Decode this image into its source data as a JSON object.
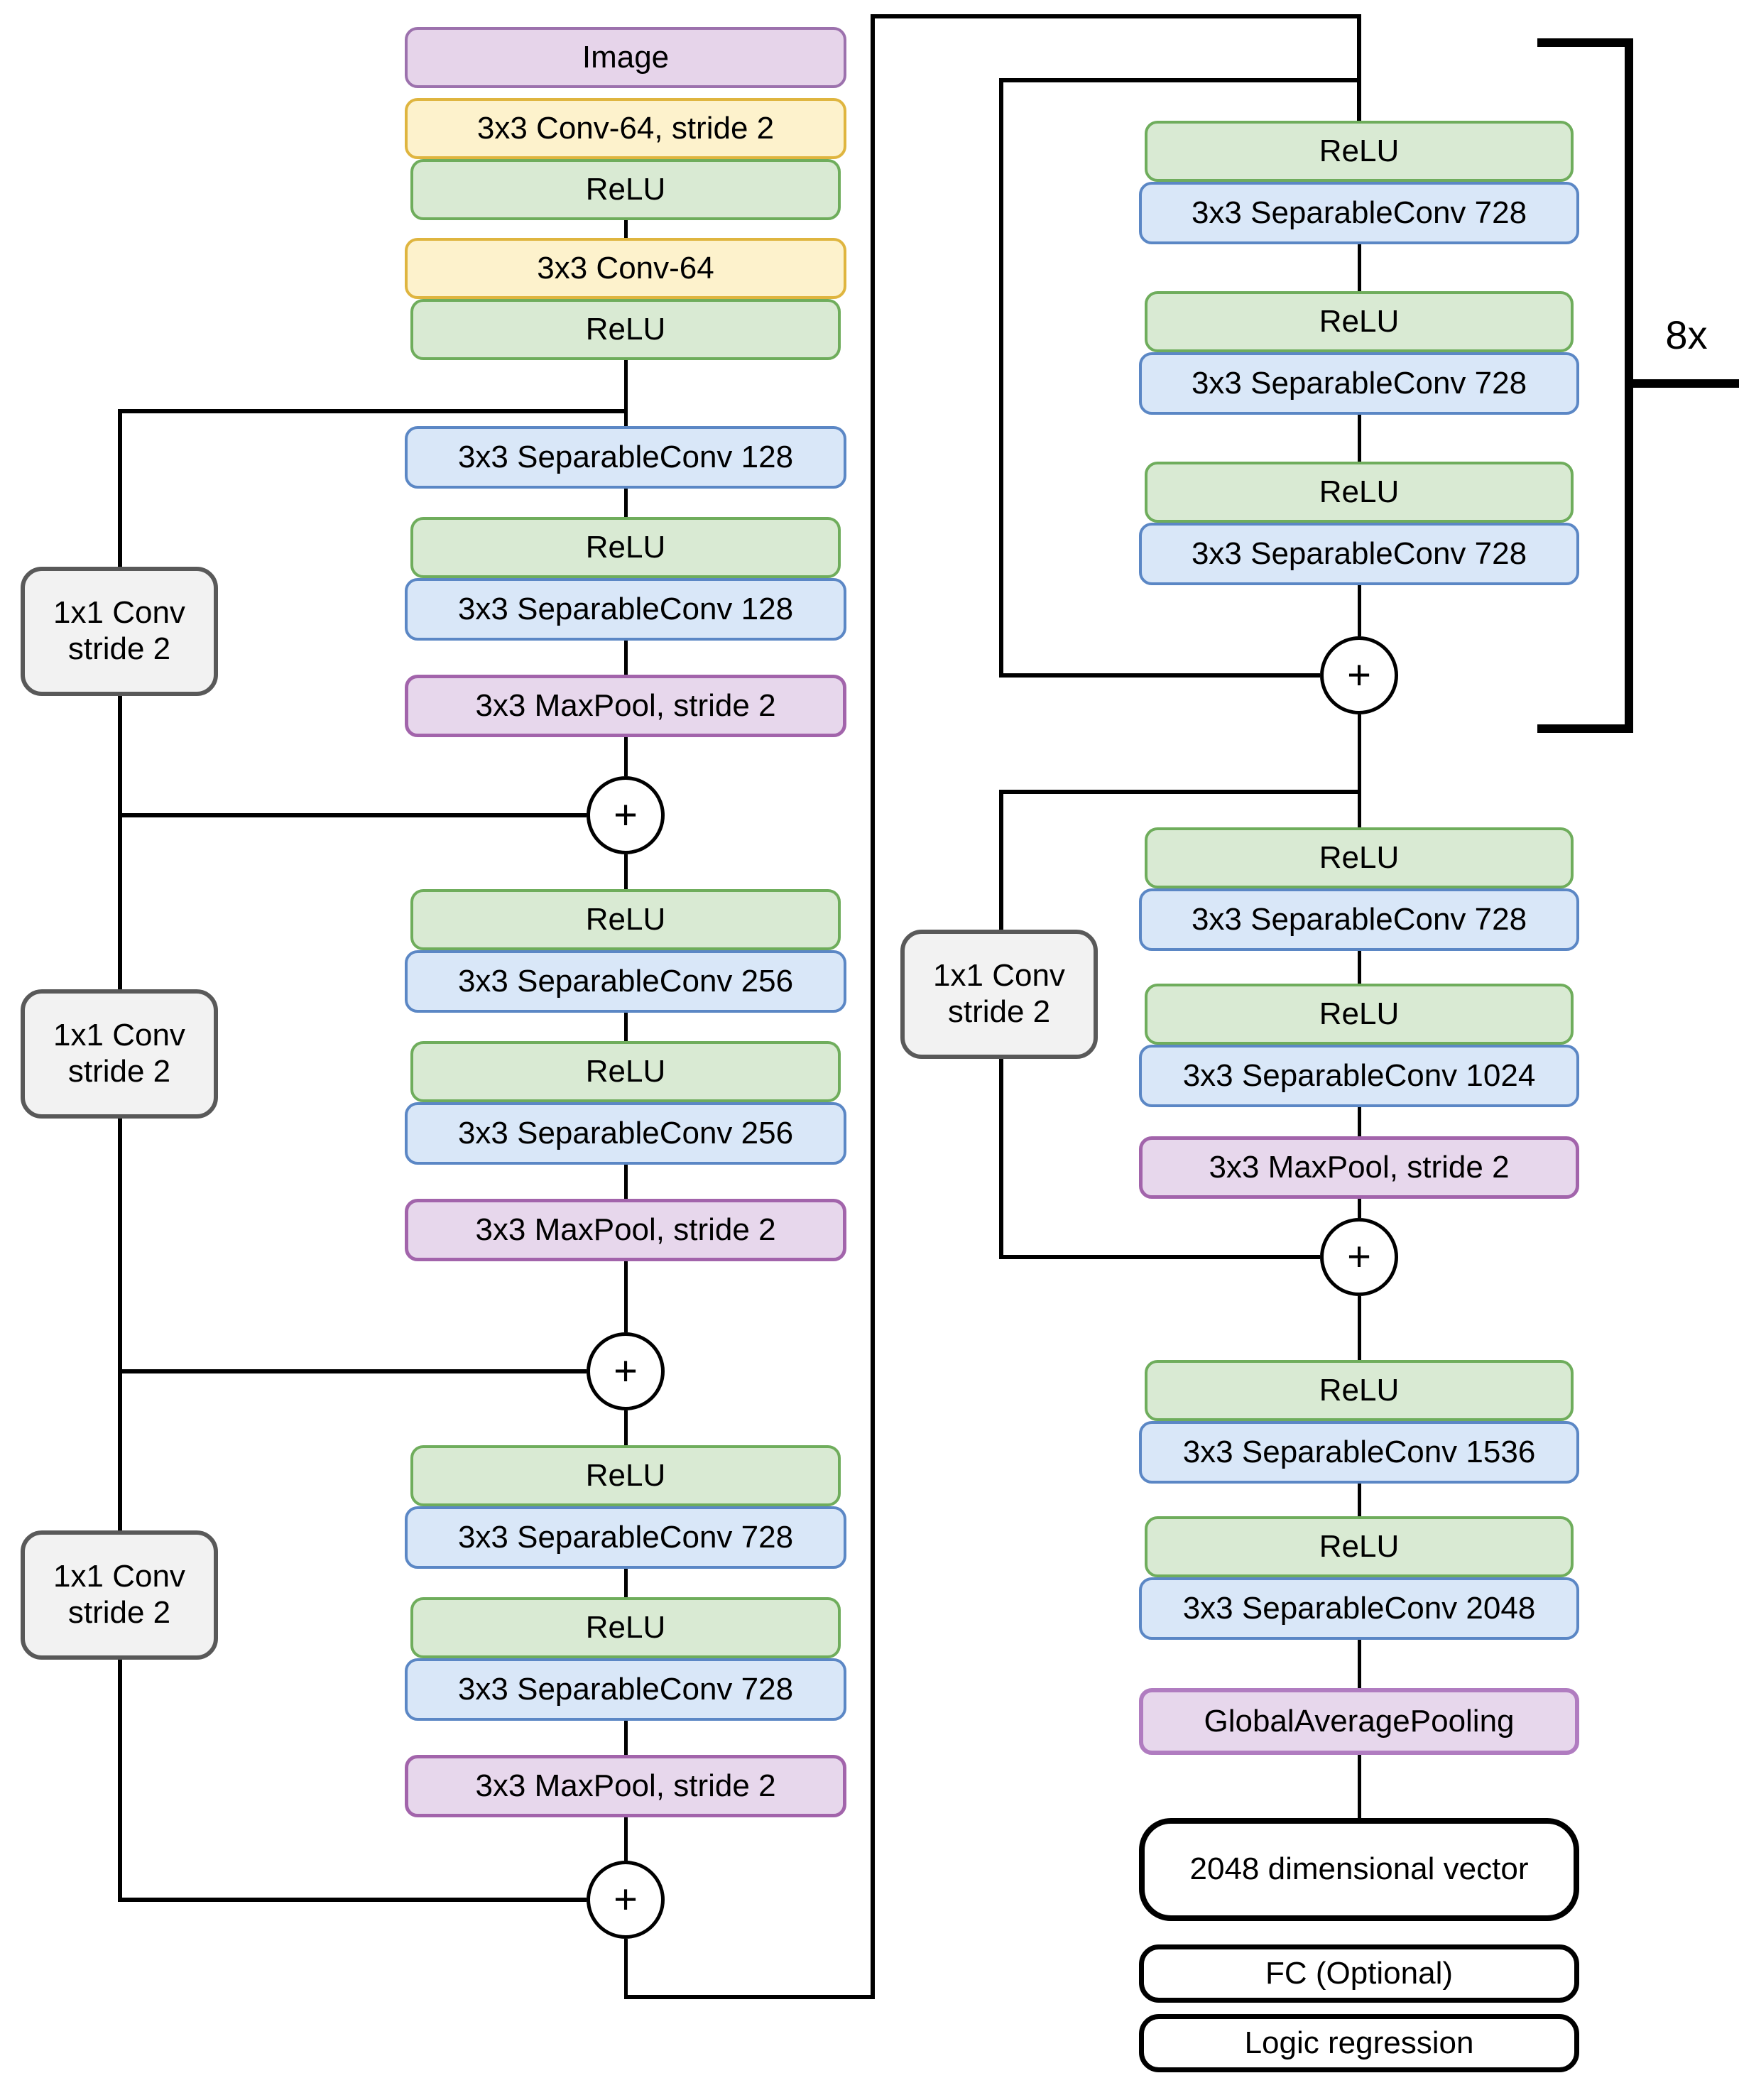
{
  "palette": {
    "input": {
      "fill": "#e6d4ea",
      "border": "#9c71ad"
    },
    "conv": {
      "fill": "#fdf2cc",
      "border": "#dfb53f"
    },
    "relu": {
      "fill": "#d9ead3",
      "border": "#6fad5c"
    },
    "sepconv": {
      "fill": "#d9e7f8",
      "border": "#5b87c5"
    },
    "maxpool": {
      "fill": "#e7d7ec",
      "border": "#a264ab"
    },
    "gap_pool": {
      "fill": "#e7d7ec",
      "border": "#b07cc0"
    },
    "skip_conv": {
      "fill": "#f2f2f2",
      "border": "#595959"
    },
    "output": {
      "fill": "#ffffff",
      "border": "#000000"
    },
    "add": {
      "fill": "#ffffff",
      "border": "#000000"
    },
    "line": "#000000",
    "text": "#000000",
    "background": "#ffffff"
  },
  "ops": {
    "plus": "+"
  },
  "annotations": {
    "repeat_label": "8x"
  },
  "nodes": {
    "image": {
      "label": "Image"
    },
    "conv64s2": {
      "label": "3x3 Conv-64, stride 2"
    },
    "relu1": {
      "label": "ReLU"
    },
    "conv64": {
      "label": "3x3 Conv-64"
    },
    "relu2": {
      "label": "ReLU"
    },
    "sepconv128a": {
      "label": "3x3 SeparableConv 128"
    },
    "relu3": {
      "label": "ReLU"
    },
    "sepconv128b": {
      "label": "3x3 SeparableConv 128"
    },
    "maxpool1": {
      "label": "3x3 MaxPool, stride 2"
    },
    "relu4": {
      "label": "ReLU"
    },
    "sepconv256a": {
      "label": "3x3 SeparableConv 256"
    },
    "relu5": {
      "label": "ReLU"
    },
    "sepconv256b": {
      "label": "3x3 SeparableConv 256"
    },
    "maxpool2": {
      "label": "3x3 MaxPool, stride 2"
    },
    "relu6": {
      "label": "ReLU"
    },
    "sepconv728a": {
      "label": "3x3 SeparableConv 728"
    },
    "relu7": {
      "label": "ReLU"
    },
    "sepconv728b": {
      "label": "3x3 SeparableConv 728"
    },
    "maxpool3": {
      "label": "3x3 MaxPool, stride 2"
    },
    "skipconv1": {
      "label": "1x1 Conv\nstride 2"
    },
    "skipconv2": {
      "label": "1x1 Conv\nstride 2"
    },
    "skipconv3": {
      "label": "1x1 Conv\nstride 2"
    },
    "relu_r1": {
      "label": "ReLU"
    },
    "sepconv728r1": {
      "label": "3x3 SeparableConv 728"
    },
    "relu_r2": {
      "label": "ReLU"
    },
    "sepconv728r2": {
      "label": "3x3 SeparableConv 728"
    },
    "relu_r3": {
      "label": "ReLU"
    },
    "sepconv728r3": {
      "label": "3x3 SeparableConv 728"
    },
    "relu_r4": {
      "label": "ReLU"
    },
    "sepconv728r4": {
      "label": "3x3 SeparableConv 728"
    },
    "relu_r5": {
      "label": "ReLU"
    },
    "sepconv1024": {
      "label": "3x3 SeparableConv 1024"
    },
    "maxpool_r": {
      "label": "3x3 MaxPool, stride 2"
    },
    "skipconv_r": {
      "label": "1x1 Conv\nstride 2"
    },
    "relu_r6": {
      "label": "ReLU"
    },
    "sepconv1536": {
      "label": "3x3 SeparableConv 1536"
    },
    "relu_r7": {
      "label": "ReLU"
    },
    "sepconv2048": {
      "label": "3x3 SeparableConv 2048"
    },
    "gapool": {
      "label": "GlobalAveragePooling"
    },
    "vector2048": {
      "label": "2048 dimensional vector"
    },
    "fc": {
      "label": "FC (Optional)"
    },
    "logic": {
      "label": "Logic regression"
    }
  }
}
